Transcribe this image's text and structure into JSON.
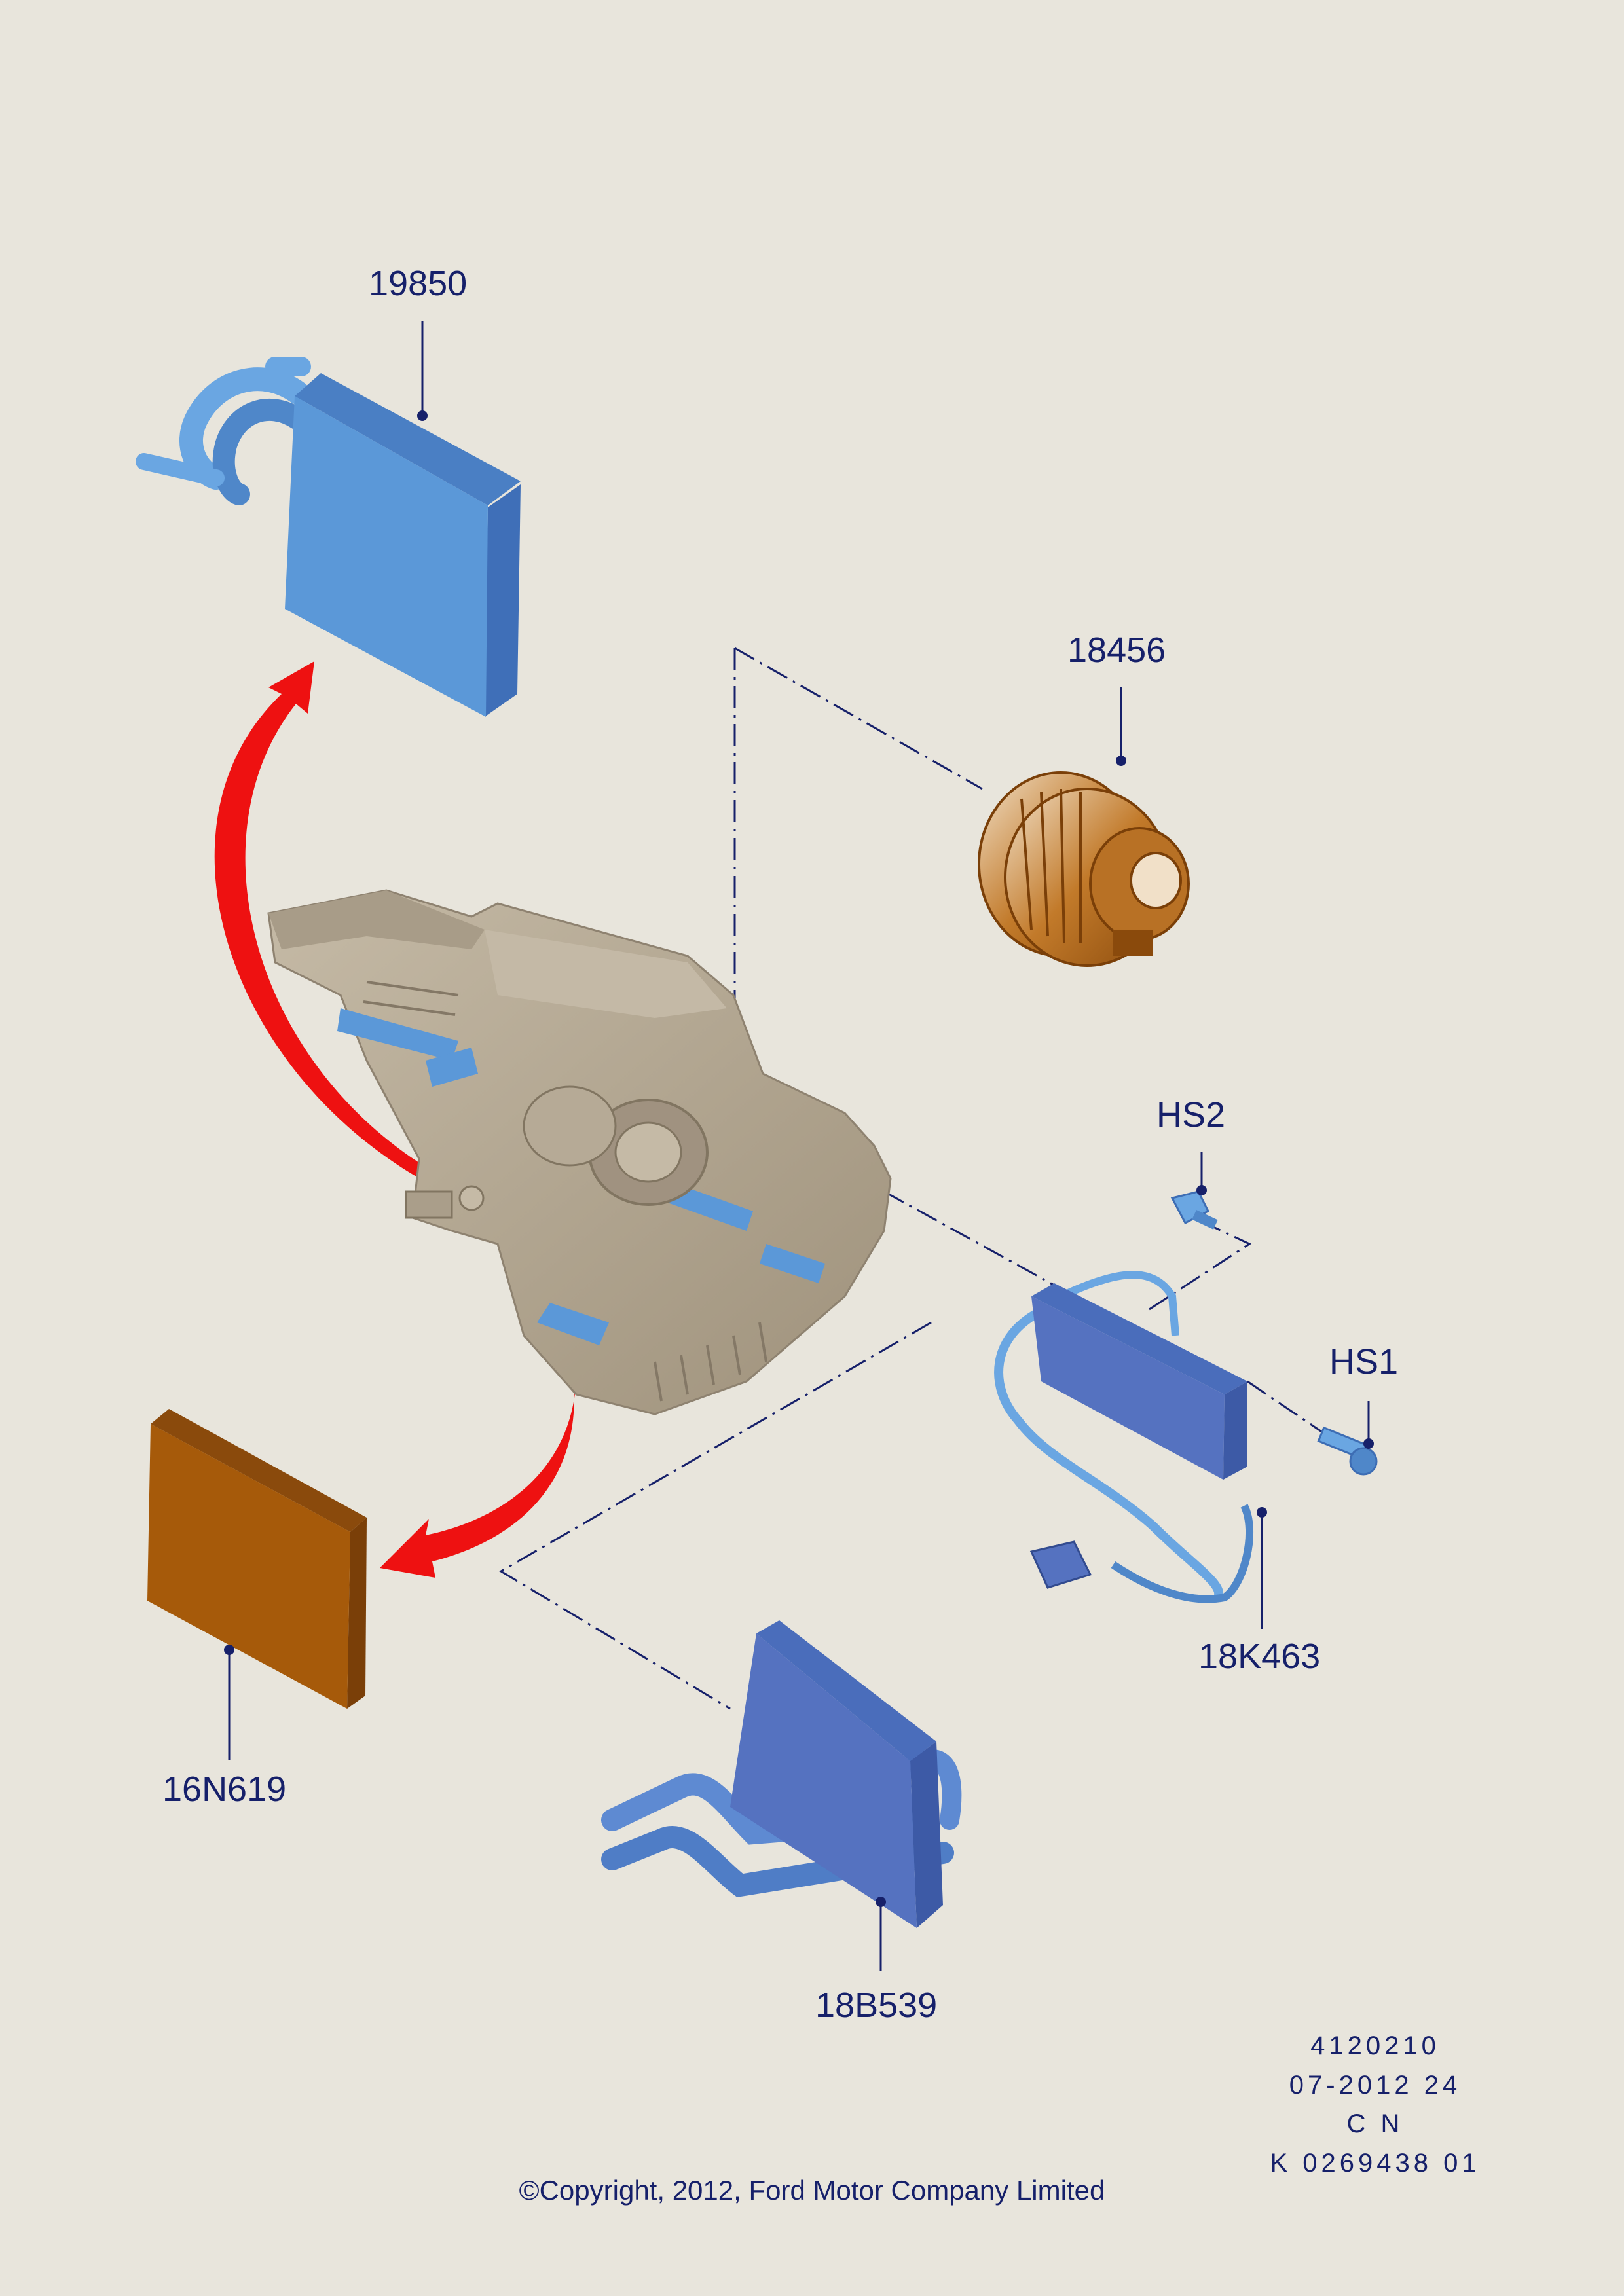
{
  "colors": {
    "background": "#e8e5dc",
    "label": "#16206a",
    "arrow": "#ee1111",
    "part_light_blue": "#5b98d8",
    "part_dark_blue": "#5572c0",
    "part_brown": "#a65a0a",
    "housing_tan": "#b3a794"
  },
  "parts": [
    {
      "id": "19850",
      "label": "19850",
      "kind": "heater-core",
      "color": "light-blue"
    },
    {
      "id": "18456",
      "label": "18456",
      "kind": "blower-motor",
      "color": "brown"
    },
    {
      "id": "HS2",
      "label": "HS2",
      "kind": "screw"
    },
    {
      "id": "HS1",
      "label": "HS1",
      "kind": "screw"
    },
    {
      "id": "18K463",
      "label": "18K463",
      "kind": "resistor-module",
      "color": "dark-blue"
    },
    {
      "id": "16N619",
      "label": "16N619",
      "kind": "cabin-filter",
      "color": "brown"
    },
    {
      "id": "18B539",
      "label": "18B539",
      "kind": "evaporator",
      "color": "dark-blue"
    }
  ],
  "stamp_lines": [
    "4120210",
    "07-2012 24",
    "C N",
    "K 0269438 01"
  ],
  "copyright": "©Copyright, 2012, Ford Motor Company Limited"
}
